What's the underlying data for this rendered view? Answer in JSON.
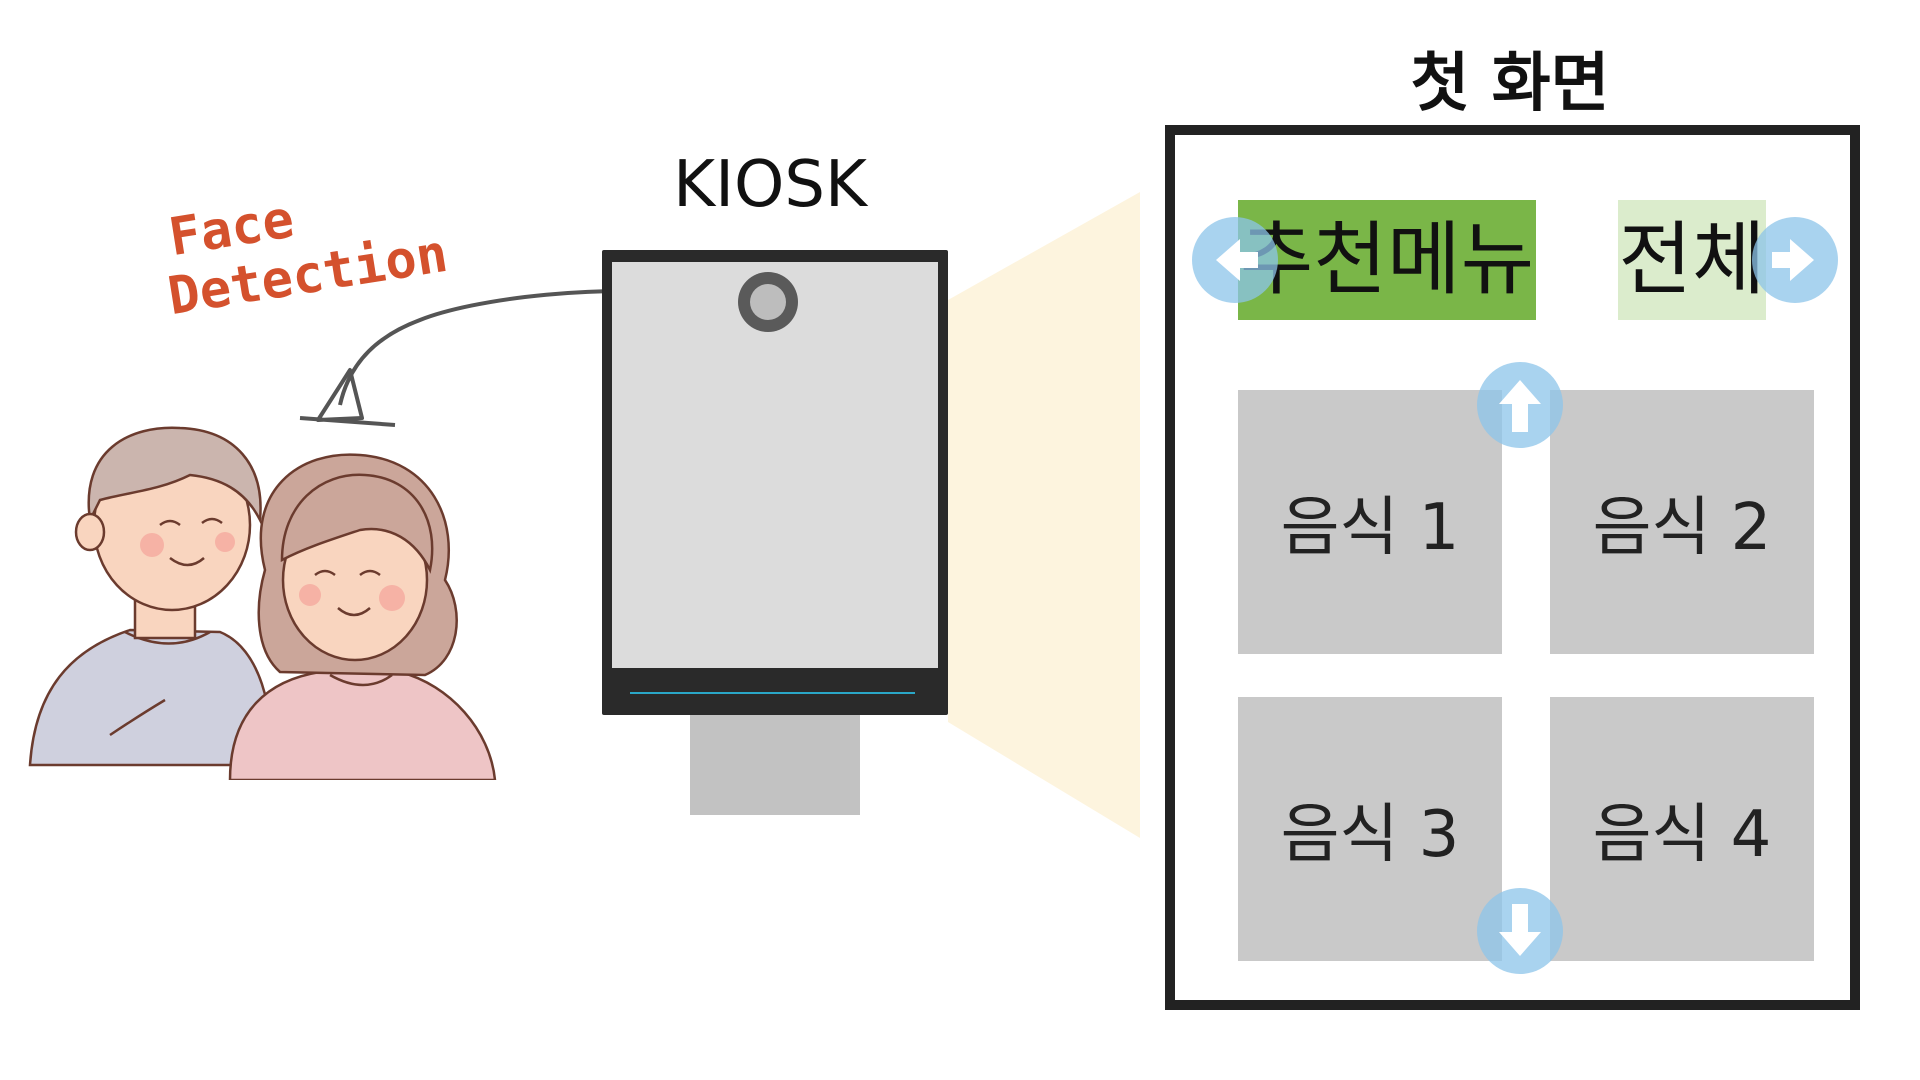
{
  "kiosk_title": "KIOSK",
  "screen_title": "첫 화면",
  "face_detection": {
    "line1": "Face",
    "line2": "Detection"
  },
  "tabs": {
    "recommended": "추천메뉴",
    "all": "전체"
  },
  "foods": [
    "음식 1",
    "음식 2",
    "음식 3",
    "음식 4"
  ],
  "colors": {
    "accent_green": "#7ab648",
    "light_green": "#dbeccc",
    "label_red": "#d4512d",
    "arrow_blue": "#8cc4e9",
    "food_gray": "#c9c9c9",
    "beam": "#fdf4de"
  },
  "icons": {
    "left": "arrow-left-icon",
    "right": "arrow-right-icon",
    "up": "arrow-up-icon",
    "down": "arrow-down-icon",
    "camera": "camera-icon",
    "people": "elderly-couple-illustration"
  }
}
